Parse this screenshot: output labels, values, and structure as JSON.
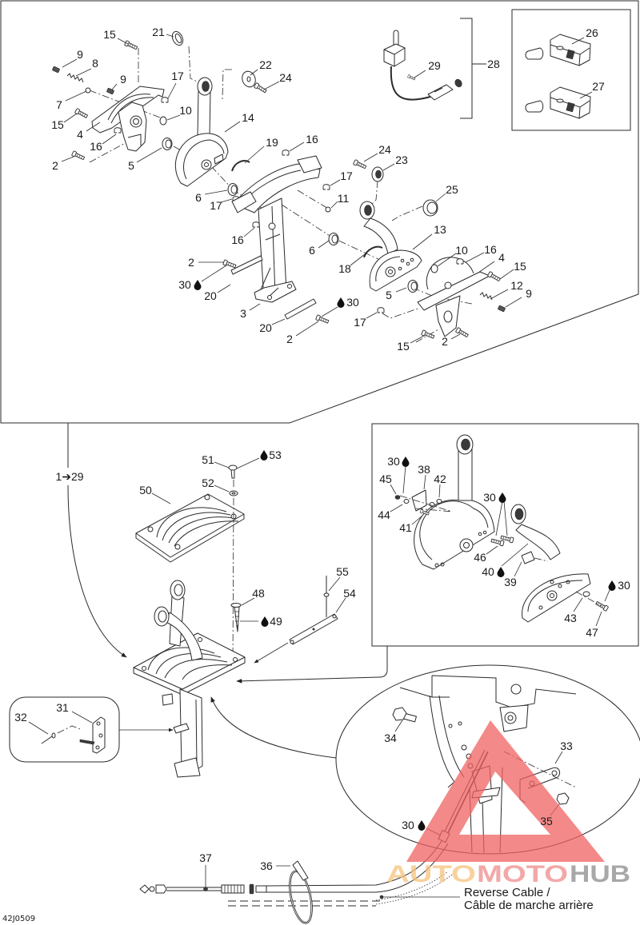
{
  "diagram": {
    "part_ref": "42J0509",
    "range_label": "1➔29",
    "reverse_cable_label_en": "Reverse Cable /",
    "reverse_cable_label_fr": "Câble de marche arrière",
    "line_color": "#2a2a2a"
  },
  "upper_callouts": [
    {
      "label": "15"
    },
    {
      "label": "21"
    },
    {
      "label": "9"
    },
    {
      "label": "8"
    },
    {
      "label": "9"
    },
    {
      "label": "17"
    },
    {
      "label": "22"
    },
    {
      "label": "24"
    },
    {
      "label": "7"
    },
    {
      "label": "10"
    },
    {
      "label": "15"
    },
    {
      "label": "14"
    },
    {
      "label": "4"
    },
    {
      "label": "16"
    },
    {
      "label": "19"
    },
    {
      "label": "16"
    },
    {
      "label": "5"
    },
    {
      "label": "2"
    },
    {
      "label": "24"
    },
    {
      "label": "23"
    },
    {
      "label": "17"
    },
    {
      "label": "6"
    },
    {
      "label": "17"
    },
    {
      "label": "11"
    },
    {
      "label": "25"
    },
    {
      "label": "16"
    },
    {
      "label": "13"
    },
    {
      "label": "2"
    },
    {
      "label": "10"
    },
    {
      "label": "16"
    },
    {
      "label": "4"
    },
    {
      "label": "18"
    },
    {
      "label": "15"
    },
    {
      "label": "30",
      "icon": "drop-icon"
    },
    {
      "label": "20"
    },
    {
      "label": "6"
    },
    {
      "label": "5"
    },
    {
      "label": "12"
    },
    {
      "label": "9"
    },
    {
      "label": "3"
    },
    {
      "label": "30",
      "icon": "drop-icon"
    },
    {
      "label": "17"
    },
    {
      "label": "20"
    },
    {
      "label": "2"
    },
    {
      "label": "15"
    },
    {
      "label": "2"
    },
    {
      "label": "29"
    },
    {
      "label": "28"
    },
    {
      "label": "26"
    },
    {
      "label": "27"
    }
  ],
  "lower_callouts": [
    {
      "label": "51"
    },
    {
      "label": "53",
      "icon": "drop-icon"
    },
    {
      "label": "52"
    },
    {
      "label": "50"
    },
    {
      "label": "55"
    },
    {
      "label": "54"
    },
    {
      "label": "48"
    },
    {
      "label": "49",
      "icon": "drop-icon"
    },
    {
      "label": "31"
    },
    {
      "label": "32"
    },
    {
      "label": "37"
    },
    {
      "label": "36"
    }
  ],
  "inset_callouts": [
    {
      "label": "30",
      "icon": "drop-icon"
    },
    {
      "label": "38"
    },
    {
      "label": "45"
    },
    {
      "label": "42"
    },
    {
      "label": "44"
    },
    {
      "label": "41"
    },
    {
      "label": "30",
      "icon": "drop-icon"
    },
    {
      "label": "46"
    },
    {
      "label": "40",
      "icon": "drop-icon"
    },
    {
      "label": "39"
    },
    {
      "label": "30",
      "icon": "drop-icon"
    },
    {
      "label": "43"
    },
    {
      "label": "47"
    }
  ],
  "detail_callouts": [
    {
      "label": "34"
    },
    {
      "label": "33"
    },
    {
      "label": "35"
    },
    {
      "label": "30",
      "icon": "drop-icon"
    }
  ],
  "watermark": {
    "part1": "AUTO",
    "part2": "MOTO",
    "part3": "HUB",
    "color1": "#f6c27c",
    "color2": "#f08c8c",
    "color3": "#8c8c8c",
    "triangle_color": "#f06262"
  }
}
